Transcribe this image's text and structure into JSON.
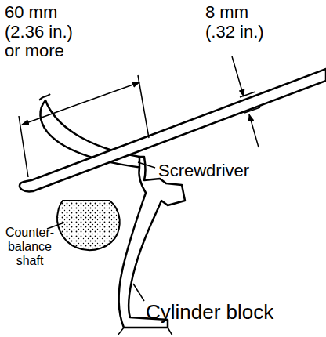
{
  "diagram": {
    "labels": [
      "60 mm (2.36 in.) or more",
      "8 mm (.32 in.)",
      "Screwdriver",
      "Counter-balance shaft",
      "Cylinder block"
    ]
  }
}
